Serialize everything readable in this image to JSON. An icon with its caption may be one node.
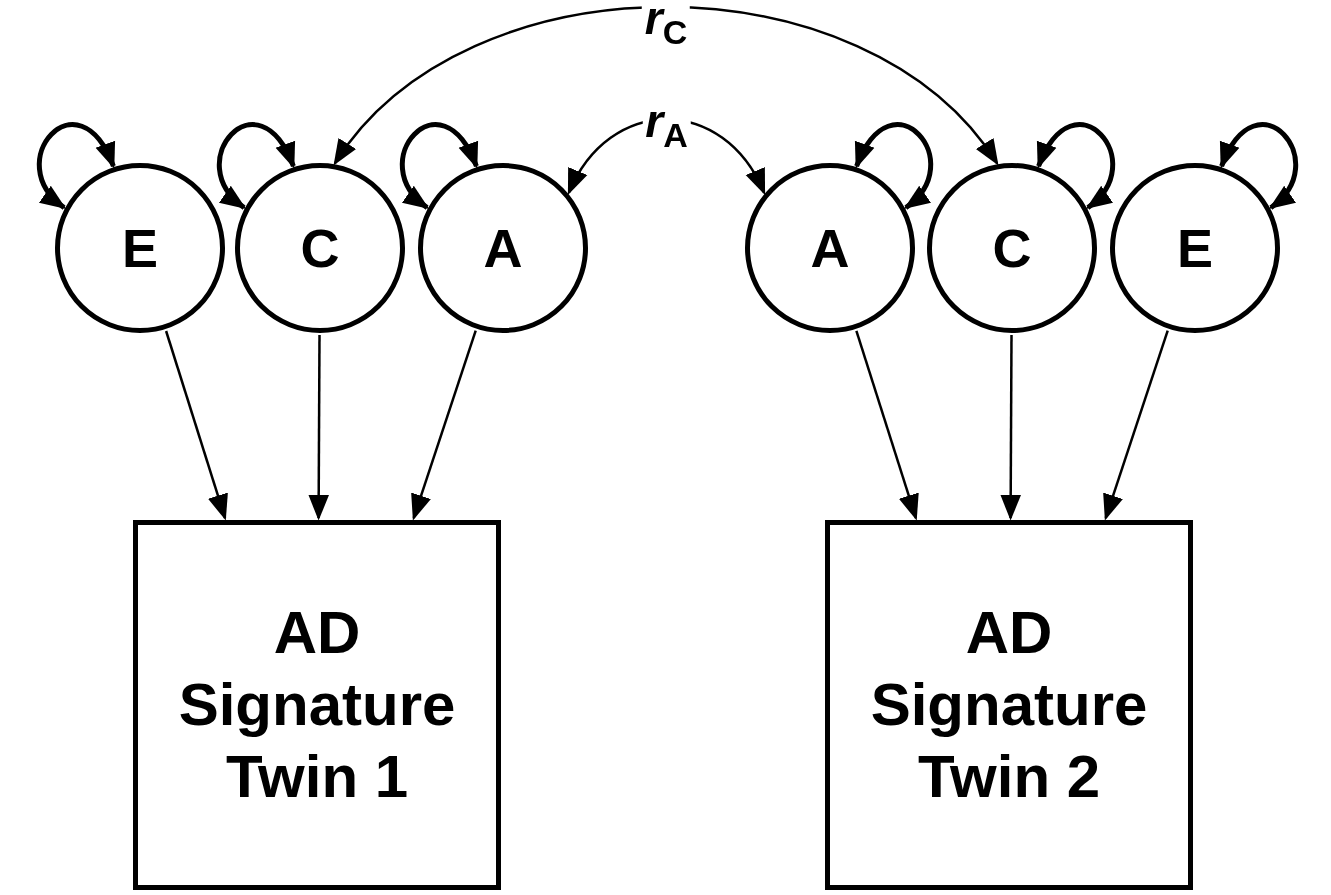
{
  "diagram": {
    "nodes": [
      {
        "text": [
          "E"
        ]
      },
      {
        "text": [
          "C"
        ]
      },
      {
        "text": [
          "A"
        ]
      },
      {
        "text": [
          "A"
        ]
      },
      {
        "text": [
          "C"
        ]
      },
      {
        "text": [
          "E"
        ]
      },
      {
        "text": [
          "AD Signature Twin 1"
        ]
      },
      {
        "text": [
          "AD Signature Twin 2"
        ]
      }
    ],
    "edges": [
      {
        "from": 1,
        "to": 4,
        "arrow": "both",
        "label": "*r*$_{C}$"
      },
      {
        "from": 2,
        "to": 3,
        "arrow": "both",
        "label": "*r*$_{A}$"
      },
      {
        "from": 0,
        "to": 0,
        "arrow": "both",
        "style": "thick"
      },
      {
        "from": 1,
        "to": 1,
        "arrow": "both",
        "style": "thick"
      },
      {
        "from": 2,
        "to": 2,
        "arrow": "both",
        "style": "thick"
      },
      {
        "from": 3,
        "to": 3,
        "arrow": "both",
        "style": "thick"
      },
      {
        "from": 4,
        "to": 4,
        "arrow": "both",
        "style": "thick"
      },
      {
        "from": 5,
        "to": 5,
        "arrow": "both",
        "style": "thick"
      },
      {
        "from": 0,
        "to": 6,
        "arrow": "to"
      },
      {
        "from": 1,
        "to": 6,
        "arrow": "to"
      },
      {
        "from": 2,
        "to": 6,
        "arrow": "to"
      },
      {
        "from": 3,
        "to": 7,
        "arrow": "to"
      },
      {
        "from": 4,
        "to": 7,
        "arrow": "to"
      },
      {
        "from": 5,
        "to": 7,
        "arrow": "to"
      }
    ]
  }
}
